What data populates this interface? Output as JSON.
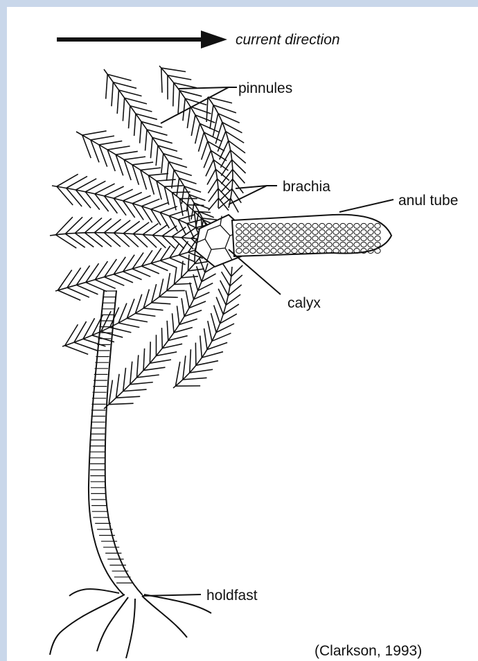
{
  "labels": {
    "current_direction": "current direction",
    "pinnules": "pinnules",
    "brachia": "brachia",
    "anul_tube": "anul tube",
    "calyx": "calyx",
    "holdfast": "holdfast"
  },
  "citation": "(Clarkson, 1993)",
  "colors": {
    "frame": "#c9d7ea",
    "background": "#ffffff",
    "ink": "#111111"
  }
}
